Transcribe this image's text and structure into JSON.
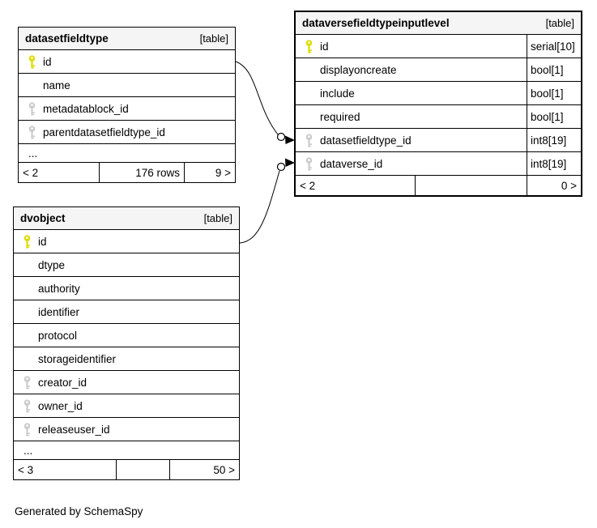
{
  "page": {
    "credit": "Generated by SchemaSpy"
  },
  "palette": {
    "background": "#ffffff",
    "border": "#000000",
    "header_bg": "#f5f5f5",
    "primary_key_color": "#dcdc00",
    "foreign_key_color": "#cccccc"
  },
  "tables": [
    {
      "name": "datasetfieldtype",
      "tag": "[table]",
      "columns": [
        {
          "name": "id",
          "key": "primary"
        },
        {
          "name": "name",
          "key": "none"
        },
        {
          "name": "metadatablock_id",
          "key": "foreign"
        },
        {
          "name": "parentdatasetfieldtype_id",
          "key": "foreign"
        },
        {
          "name": "...",
          "key": "none"
        }
      ],
      "footer": [
        "< 2",
        "176 rows",
        "9 >"
      ]
    },
    {
      "name": "dataversefieldtypeinputlevel",
      "tag": "[table]",
      "columns": [
        {
          "name": "id",
          "key": "primary",
          "type": "serial[10]"
        },
        {
          "name": "displayoncreate",
          "key": "none",
          "type": "bool[1]"
        },
        {
          "name": "include",
          "key": "none",
          "type": "bool[1]"
        },
        {
          "name": "required",
          "key": "none",
          "type": "bool[1]"
        },
        {
          "name": "datasetfieldtype_id",
          "key": "foreign",
          "type": "int8[19]"
        },
        {
          "name": "dataverse_id",
          "key": "foreign",
          "type": "int8[19]"
        }
      ],
      "footer": [
        "< 2",
        "",
        "0 >"
      ]
    },
    {
      "name": "dvobject",
      "tag": "[table]",
      "columns": [
        {
          "name": "id",
          "key": "primary"
        },
        {
          "name": "dtype",
          "key": "none"
        },
        {
          "name": "authority",
          "key": "none"
        },
        {
          "name": "identifier",
          "key": "none"
        },
        {
          "name": "protocol",
          "key": "none"
        },
        {
          "name": "storageidentifier",
          "key": "none"
        },
        {
          "name": "creator_id",
          "key": "foreign"
        },
        {
          "name": "owner_id",
          "key": "foreign"
        },
        {
          "name": "releaseuser_id",
          "key": "foreign"
        },
        {
          "name": "...",
          "key": "none"
        }
      ],
      "footer": [
        "< 3",
        "",
        "50 >"
      ]
    }
  ],
  "relations": [
    {
      "from": "datasetfieldtype.id",
      "to": "dataversefieldtypeinputlevel.datasetfieldtype_id"
    },
    {
      "from": "dvobject.id",
      "to": "dataversefieldtypeinputlevel.dataverse_id"
    }
  ]
}
